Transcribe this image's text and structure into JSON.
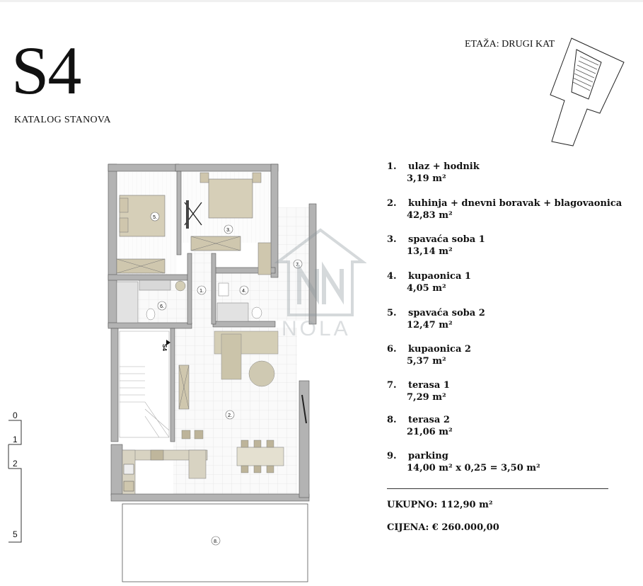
{
  "header": {
    "code": "S4",
    "subtitle": "KATALOG STANOVA",
    "floor_label": "ETAŽA: DRUGI KAT"
  },
  "scale": {
    "labels": [
      "0",
      "1",
      "2",
      "5"
    ]
  },
  "plan": {
    "room_markers": [
      "1.",
      "2.",
      "3.",
      "4.",
      "5.",
      "6.",
      "7.",
      "8."
    ],
    "stair_label": "S4"
  },
  "legend": {
    "items": [
      {
        "num": "1.",
        "name": "ulaz + hodnik",
        "area": "3,19 m²"
      },
      {
        "num": "2.",
        "name": "kuhinja + dnevni boravak + blagovaonica",
        "area": "42,83 m²"
      },
      {
        "num": "3.",
        "name": "spavaća soba 1",
        "area": "13,14 m²"
      },
      {
        "num": "4.",
        "name": "kupaonica 1",
        "area": "4,05 m²"
      },
      {
        "num": "5.",
        "name": "spavaća soba 2",
        "area": "12,47 m²"
      },
      {
        "num": "6.",
        "name": "kupaonica 2",
        "area": "5,37 m²"
      },
      {
        "num": "7.",
        "name": "terasa 1",
        "area": "7,29 m²"
      },
      {
        "num": "8.",
        "name": "terasa 2",
        "area": "21,06 m²"
      },
      {
        "num": "9.",
        "name": "parking",
        "area": "14,00 m² x 0,25 = 3,50 m²"
      }
    ],
    "total": "UKUPNO: 112,90 m²",
    "price": "CIJENA: € 260.000,00"
  },
  "watermark": {
    "text": "NOLA"
  },
  "colors": {
    "wall": "#b0b0b0",
    "furniture": "#d9d3c0",
    "furniture_dark": "#c6bfa8",
    "floor_tile": "#e6e6e6"
  }
}
